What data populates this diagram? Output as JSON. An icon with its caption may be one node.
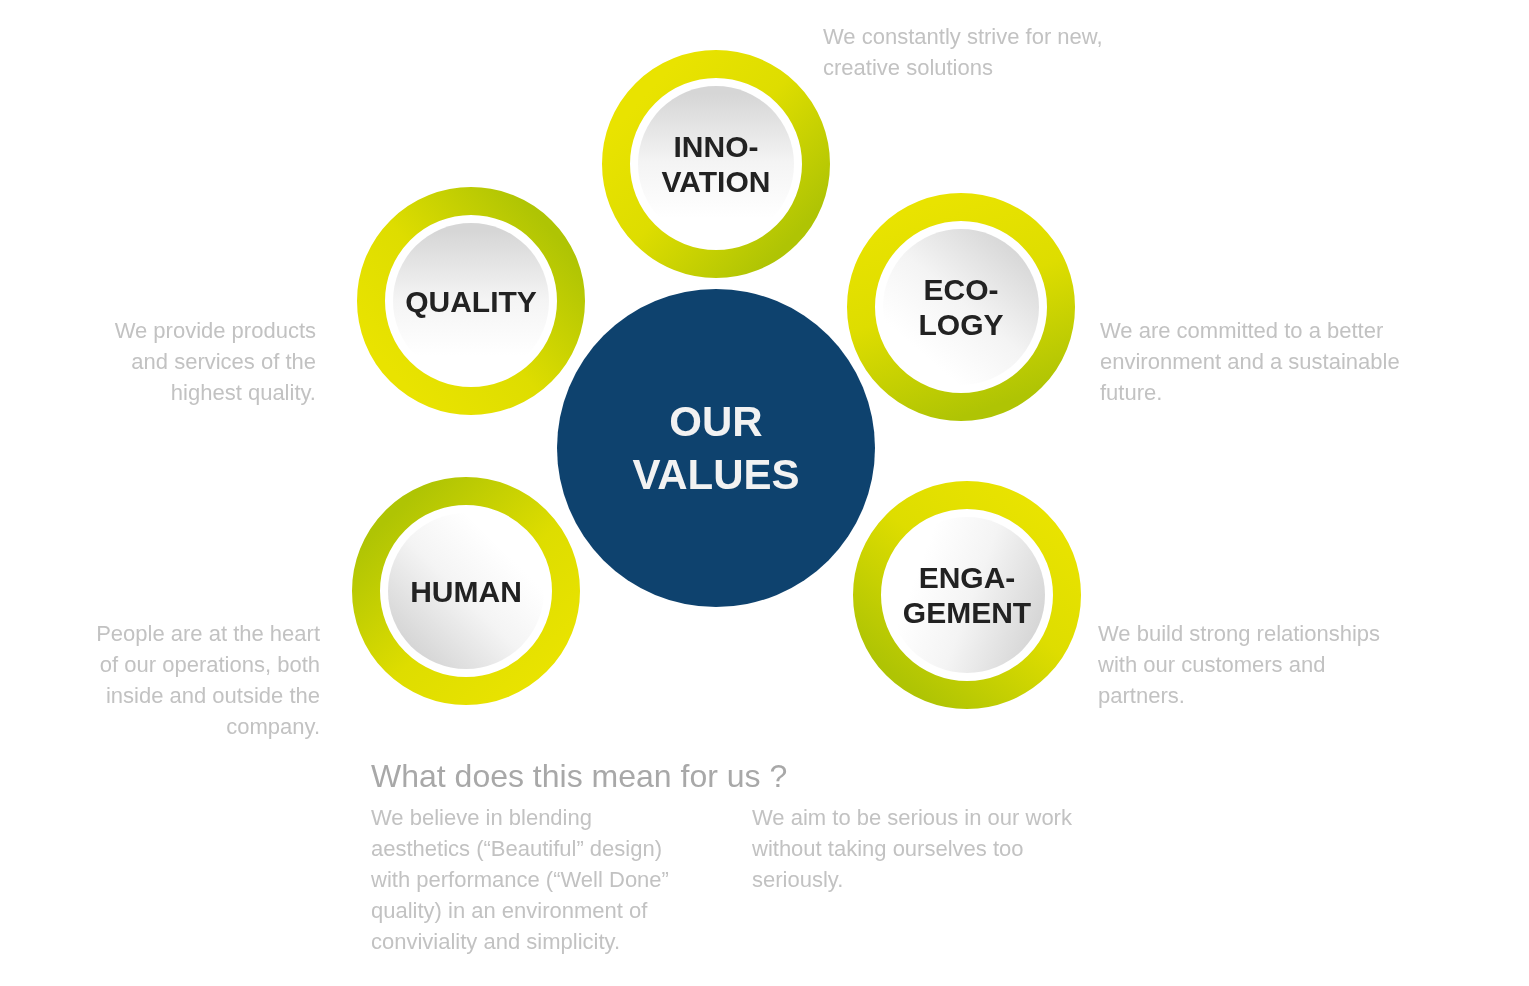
{
  "diagram": {
    "nodes": [
      {
        "text": [
          "OUR VALUES"
        ]
      },
      {
        "text": [
          "INNO- VATION"
        ],
        "beside": [
          "We constantly strive for new, creative solutions"
        ]
      },
      {
        "text": [
          "QUALITY"
        ],
        "beside": [
          "We provide products and services of the highest quality."
        ]
      },
      {
        "text": [
          "ECO- LOGY"
        ],
        "beside": [
          "We are committed to a better environment and a sustainable future."
        ]
      },
      {
        "text": [
          "HUMAN"
        ],
        "beside": [
          "People are at the heart of our operations, both inside and outside the company."
        ]
      },
      {
        "text": [
          "ENGA- GEMENT"
        ],
        "beside": [
          "We build strong relationships with our customers and partners."
        ]
      }
    ],
    "labels": [
      "What does this mean for us ?",
      "We believe in blending aesthetics (“Beautiful” design) with performance (“Well Done” quality) in an environment of conviviality and simplicity.",
      "We aim to be serious in our work without taking ourselves too seriously."
    ]
  }
}
